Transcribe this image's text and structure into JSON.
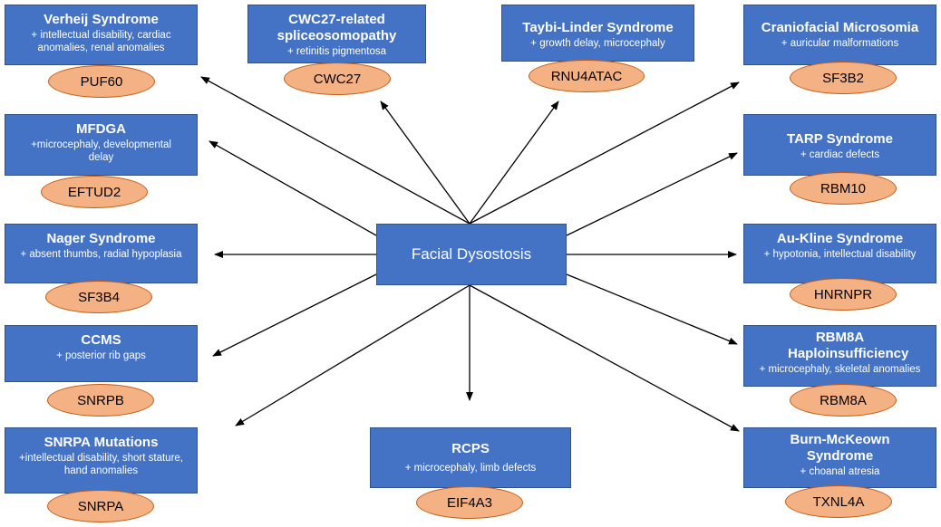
{
  "center": {
    "label": "Facial Dysostosis"
  },
  "diseases": [
    {
      "id": "verheij",
      "title": "Verheij Syndrome",
      "subtitle": "+ intellectual disability, cardiac anomalies, renal anomalies",
      "gene": "PUF60"
    },
    {
      "id": "cwc27",
      "title": "CWC27-related spliceosomopathy",
      "subtitle": "+ retinitis pigmentosa",
      "gene": "CWC27"
    },
    {
      "id": "taybi-linder",
      "title": "Taybi-Linder Syndrome",
      "subtitle": "+ growth delay, microcephaly",
      "gene": "RNU4ATAC"
    },
    {
      "id": "craniofacial-microsomia",
      "title": "Craniofacial Microsomia",
      "subtitle": "+ auricular malformations",
      "gene": "SF3B2"
    },
    {
      "id": "mfdga",
      "title": "MFDGA",
      "subtitle": "+microcephaly, developmental delay",
      "gene": "EFTUD2"
    },
    {
      "id": "tarp",
      "title": "TARP Syndrome",
      "subtitle": "+ cardiac defects",
      "gene": "RBM10"
    },
    {
      "id": "nager",
      "title": "Nager Syndrome",
      "subtitle": "+ absent thumbs, radial hypoplasia",
      "gene": "SF3B4"
    },
    {
      "id": "au-kline",
      "title": "Au-Kline Syndrome",
      "subtitle": "+ hypotonia, intellectual disability",
      "gene": "HNRNPR"
    },
    {
      "id": "ccms",
      "title": "CCMS",
      "subtitle": "+ posterior rib gaps",
      "gene": "SNRPB"
    },
    {
      "id": "rbm8a",
      "title": "RBM8A Haploinsufficiency",
      "subtitle": "+ microcephaly, skeletal anomalies",
      "gene": "RBM8A"
    },
    {
      "id": "snrpa",
      "title": "SNRPA Mutations",
      "subtitle": "+intellectual disability, short stature, hand anomalies",
      "gene": "SNRPA"
    },
    {
      "id": "rcps",
      "title": "RCPS",
      "subtitle": "+ microcephaly, limb defects",
      "gene": "EIF4A3"
    },
    {
      "id": "burn-mckeown",
      "title": "Burn-McKeown Syndrome",
      "subtitle": "+ choanal atresia",
      "gene": "TXNL4A"
    }
  ]
}
